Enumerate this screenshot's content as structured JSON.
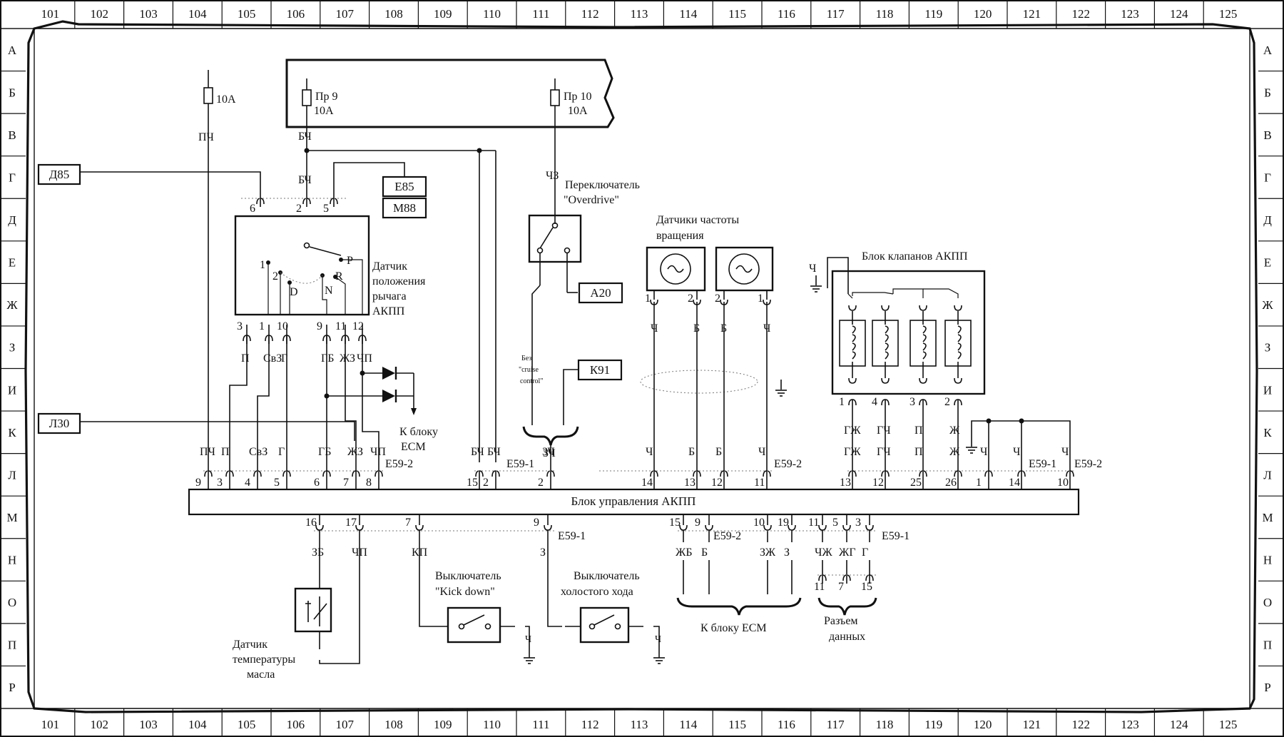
{
  "grid": {
    "columns": [
      "101",
      "102",
      "103",
      "104",
      "105",
      "106",
      "107",
      "108",
      "109",
      "110",
      "111",
      "112",
      "113",
      "114",
      "115",
      "116",
      "117",
      "118",
      "119",
      "120",
      "121",
      "122",
      "123",
      "124",
      "125"
    ],
    "rows": [
      "А",
      "Б",
      "В",
      "Г",
      "Д",
      "Е",
      "Ж",
      "З",
      "И",
      "К",
      "Л",
      "М",
      "Н",
      "О",
      "П",
      "Р"
    ]
  },
  "fuses": {
    "f1": {
      "rating": "10A",
      "wire": "ПЧ"
    },
    "f2": {
      "name": "Пр 9",
      "rating": "10A",
      "wire": "БЧ"
    },
    "f3": {
      "name": "Пр 10",
      "rating": "10A",
      "wire": "ЧЗ"
    }
  },
  "refs": {
    "d85": "Д85",
    "l30": "Л30",
    "e85": "Е85",
    "m88": "М88",
    "a20": "А20",
    "k91": "К91"
  },
  "wires_top": {
    "bch": "БЧ"
  },
  "lever_sensor": {
    "title_lines": [
      "Датчик",
      "положения",
      "рычага",
      "АКПП"
    ],
    "top_pins": [
      "6",
      "2",
      "5"
    ],
    "positions": [
      "1",
      "2",
      "D",
      "N",
      "R",
      "P"
    ],
    "bottom_pins": [
      "3",
      "1",
      "10",
      "9",
      "11",
      "12"
    ],
    "wires": [
      "П",
      "СвЗ",
      "Г",
      "ГБ",
      "ЖЗ",
      "ЧП"
    ]
  },
  "to_ecm_lines": [
    "К блоку",
    "ЕСМ"
  ],
  "overdrive": {
    "title_lines": [
      "Переключатель",
      "\"Overdrive\""
    ],
    "wire": "ЧЗ",
    "no_cruise_lines": [
      "Без",
      "\"cruise",
      "control\""
    ],
    "bottom_wire": "ЗЧ"
  },
  "speed_sensors": {
    "title_lines": [
      "Датчики частоты",
      "вращения"
    ],
    "s1_pins": [
      "1",
      "2"
    ],
    "s2_pins": [
      "2",
      "1"
    ],
    "wires": [
      "Ч",
      "Б",
      "Б",
      "Ч"
    ]
  },
  "valve_block": {
    "title": "Блок клапанов АКПП",
    "ground_wire": "Ч",
    "pins": [
      "1",
      "4",
      "3",
      "2"
    ],
    "wires": [
      "ГЖ",
      "ГЧ",
      "П",
      "Ж"
    ]
  },
  "tcu": {
    "title": "Блок управления АКПП",
    "top_wires": [
      "ПЧ",
      "П",
      "СвЗ",
      "Г",
      "ГБ",
      "ЖЗ",
      "ЧП",
      "БЧ",
      "БЧ",
      "ЗЧ",
      "Ч",
      "Б",
      "Б",
      "Ч",
      "ГЖ",
      "ГЧ",
      "П",
      "Ж",
      "Ч",
      "Ч",
      "Ч"
    ],
    "top_pins": [
      "9",
      "3",
      "4",
      "5",
      "6",
      "7",
      "8",
      "15",
      "2",
      "2",
      "14",
      "13",
      "12",
      "11",
      "13",
      "12",
      "25",
      "26",
      "1",
      "14",
      "10"
    ],
    "top_connectors": [
      "Е59-2",
      "Е59-1",
      "Е59-2",
      "Е59-1",
      "Е59-2"
    ],
    "bottom_pins": [
      "16",
      "17",
      "7",
      "9",
      "15",
      "9",
      "10",
      "19",
      "11",
      "5",
      "3"
    ],
    "bottom_wires": [
      "ЗБ",
      "ЧП",
      "КП",
      "З",
      "ЖБ",
      "Б",
      "ЗЖ",
      "З",
      "ЧЖ",
      "ЖГ",
      "Г"
    ],
    "bottom_connectors": [
      "Е59-1",
      "Е59-2",
      "Е59-1"
    ]
  },
  "oil_sensor": {
    "title_lines": [
      "Датчик",
      "температуры",
      "масла"
    ]
  },
  "kickdown": {
    "title_lines": [
      "Выключатель",
      "\"Kick down\""
    ],
    "ground_wire": "Ч"
  },
  "idle_switch": {
    "title_lines": [
      "Выключатель",
      "холостого хода"
    ],
    "ground_wire": "Ч"
  },
  "ecm_label": "К блоку ЕСМ",
  "data_connector": {
    "pins": [
      "11",
      "7",
      "15"
    ],
    "title_lines": [
      "Разъем",
      "данных"
    ]
  }
}
